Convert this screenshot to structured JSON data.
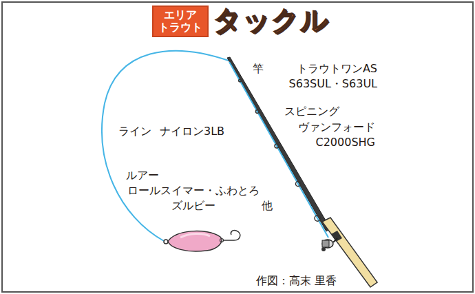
{
  "diagram": {
    "title": "タックル",
    "nodes": [
      {
        "text": [
          "エリア トラウト"
        ]
      }
    ],
    "labels": [
      "竿",
      "トラウトワンAS S63SUL・S63UL",
      "スピニング",
      "ヴァンフォード C2000SHG",
      "ライン",
      "ナイロン3LB",
      "ルアー",
      "ロールスイマー・ふわとろ ズルビー",
      "他",
      "作図：高末 里香"
    ]
  }
}
